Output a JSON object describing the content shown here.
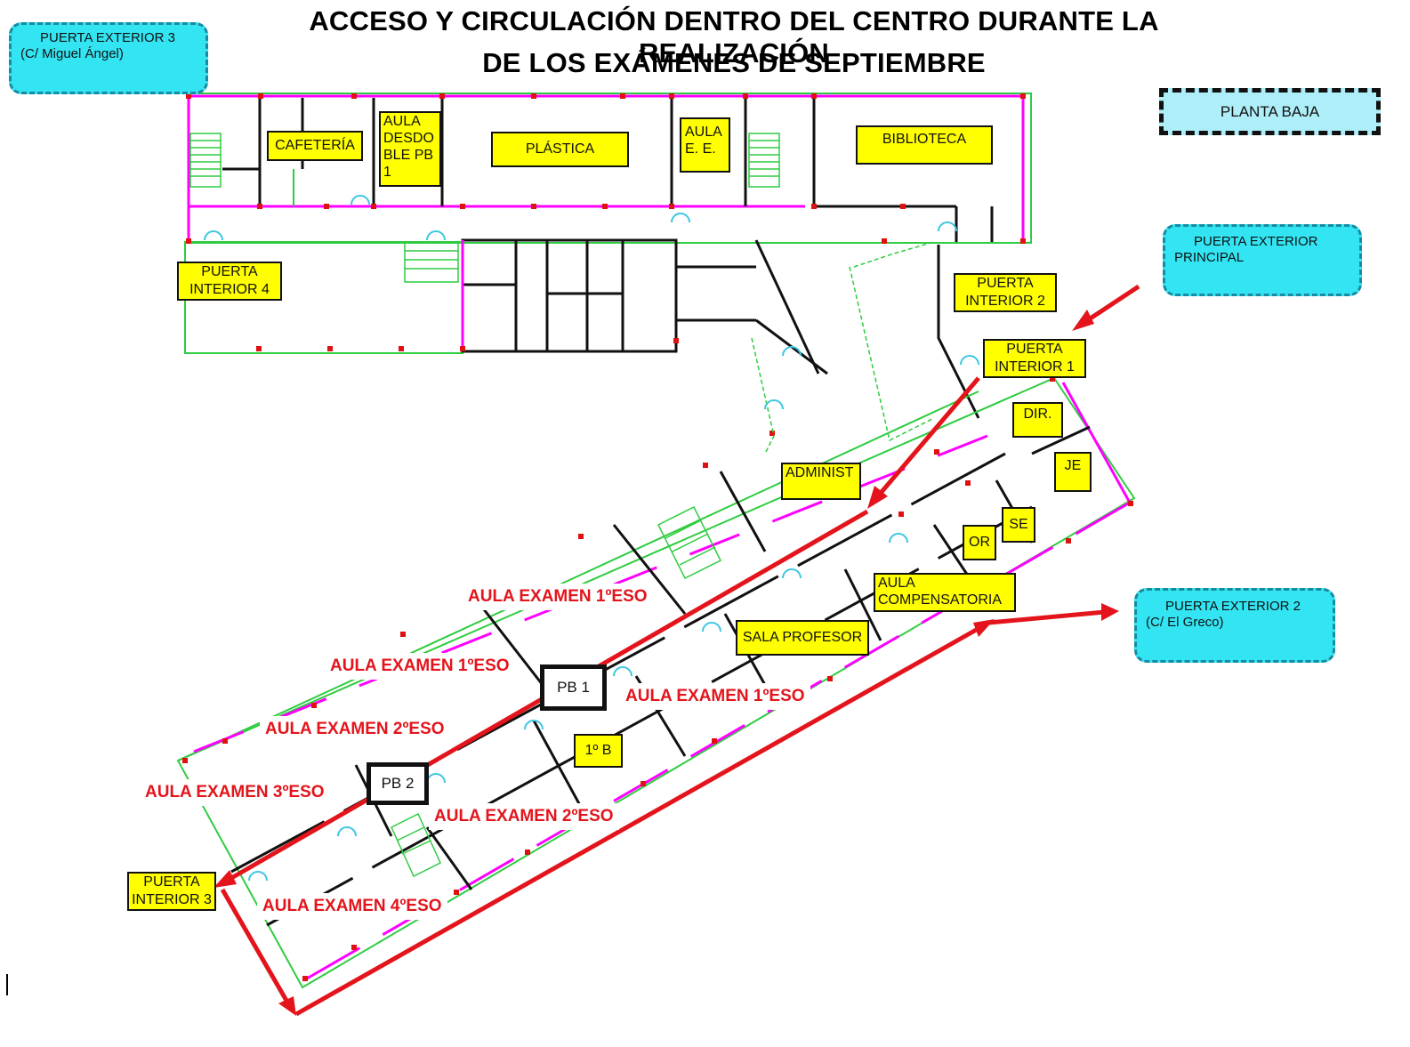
{
  "title": {
    "line1": "ACCESO Y CIRCULACIÓN DENTRO DEL CENTRO DURANTE LA REALIZACIÓN",
    "line2": "DE LOS EXÁMENES DE SEPTIEMBRE"
  },
  "floor_label": "PLANTA BAJA",
  "exterior_doors": {
    "door3": {
      "name": "PUERTA EXTERIOR 3",
      "street": "(C/ Miguel Ángel)"
    },
    "principal": {
      "name": "PUERTA EXTERIOR",
      "street": "PRINCIPAL"
    },
    "door2": {
      "name": "PUERTA EXTERIOR 2",
      "street": "(C/ El Greco)"
    }
  },
  "rooms": {
    "cafeteria": "CAFETERÍA",
    "aula_desdoble": "AULA DESDO BLE PB 1",
    "plastica": "PLÁSTICA",
    "aula_ee": "AULA E. E.",
    "biblioteca": "BIBLIOTECA",
    "administ": "ADMINIST",
    "dir": "DIR.",
    "je": "JE",
    "se": "SE",
    "or": "OR",
    "aula_compensatoria": "AULA COMPENSATORIA",
    "sala_profesor": "SALA PROFESOR",
    "primero_b": "1º B",
    "pb1": "PB 1",
    "pb2": "PB 2"
  },
  "interior_doors": {
    "door1": "PUERTA INTERIOR 1",
    "door2": "PUERTA INTERIOR 2",
    "door3": "PUERTA INTERIOR 3",
    "door4": "PUERTA INTERIOR 4"
  },
  "exam_rooms": {
    "e1": "AULA EXAMEN 1ºESO",
    "e2": "AULA EXAMEN 1ºESO",
    "e3": "AULA EXAMEN 1ºESO",
    "e4": "AULA EXAMEN 2ºESO",
    "e5": "AULA EXAMEN 2ºESO",
    "e6": "AULA EXAMEN 3ºESO",
    "e7": "AULA EXAMEN 4ºESO"
  },
  "colors": {
    "route": "#e3141b",
    "room_label": "#ffff00",
    "door_cloud": "#33e5f3",
    "wall": "#111111",
    "window": "#ff00ff",
    "outline": "#2ecc40"
  }
}
